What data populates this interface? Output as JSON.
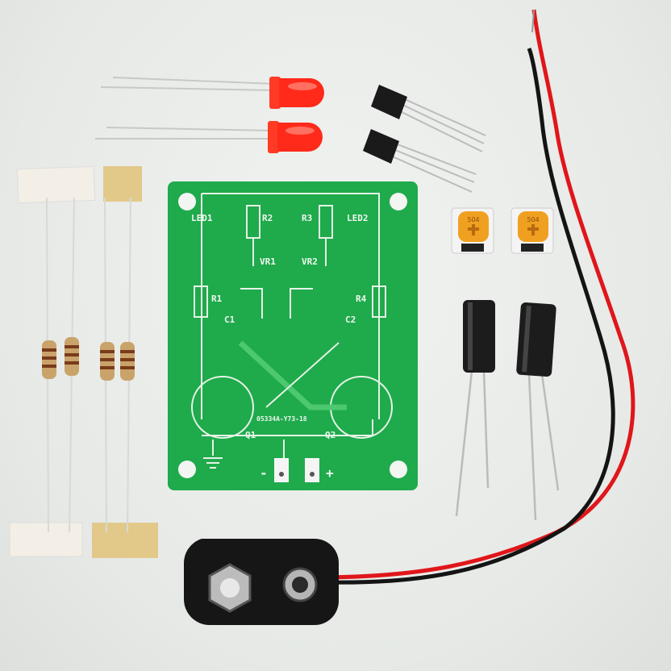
{
  "pcb": {
    "color": "#1faa4c",
    "labels": {
      "led1": "LED1",
      "led2": "LED2",
      "r1": "R1",
      "r2": "R2",
      "r3": "R3",
      "r4": "R4",
      "vr1": "VR1",
      "vr2": "VR2",
      "c1": "C1",
      "c2": "C2",
      "q1": "Q1",
      "q2": "Q2",
      "part_number": "05334A-Y73-18",
      "minus": "-",
      "plus": "+"
    }
  },
  "trimpots": {
    "marking": "504",
    "color": "#f0a020"
  },
  "leds": {
    "color": "#ff2a1a"
  },
  "wires": {
    "positive": "#e0161a",
    "negative": "#141414"
  }
}
